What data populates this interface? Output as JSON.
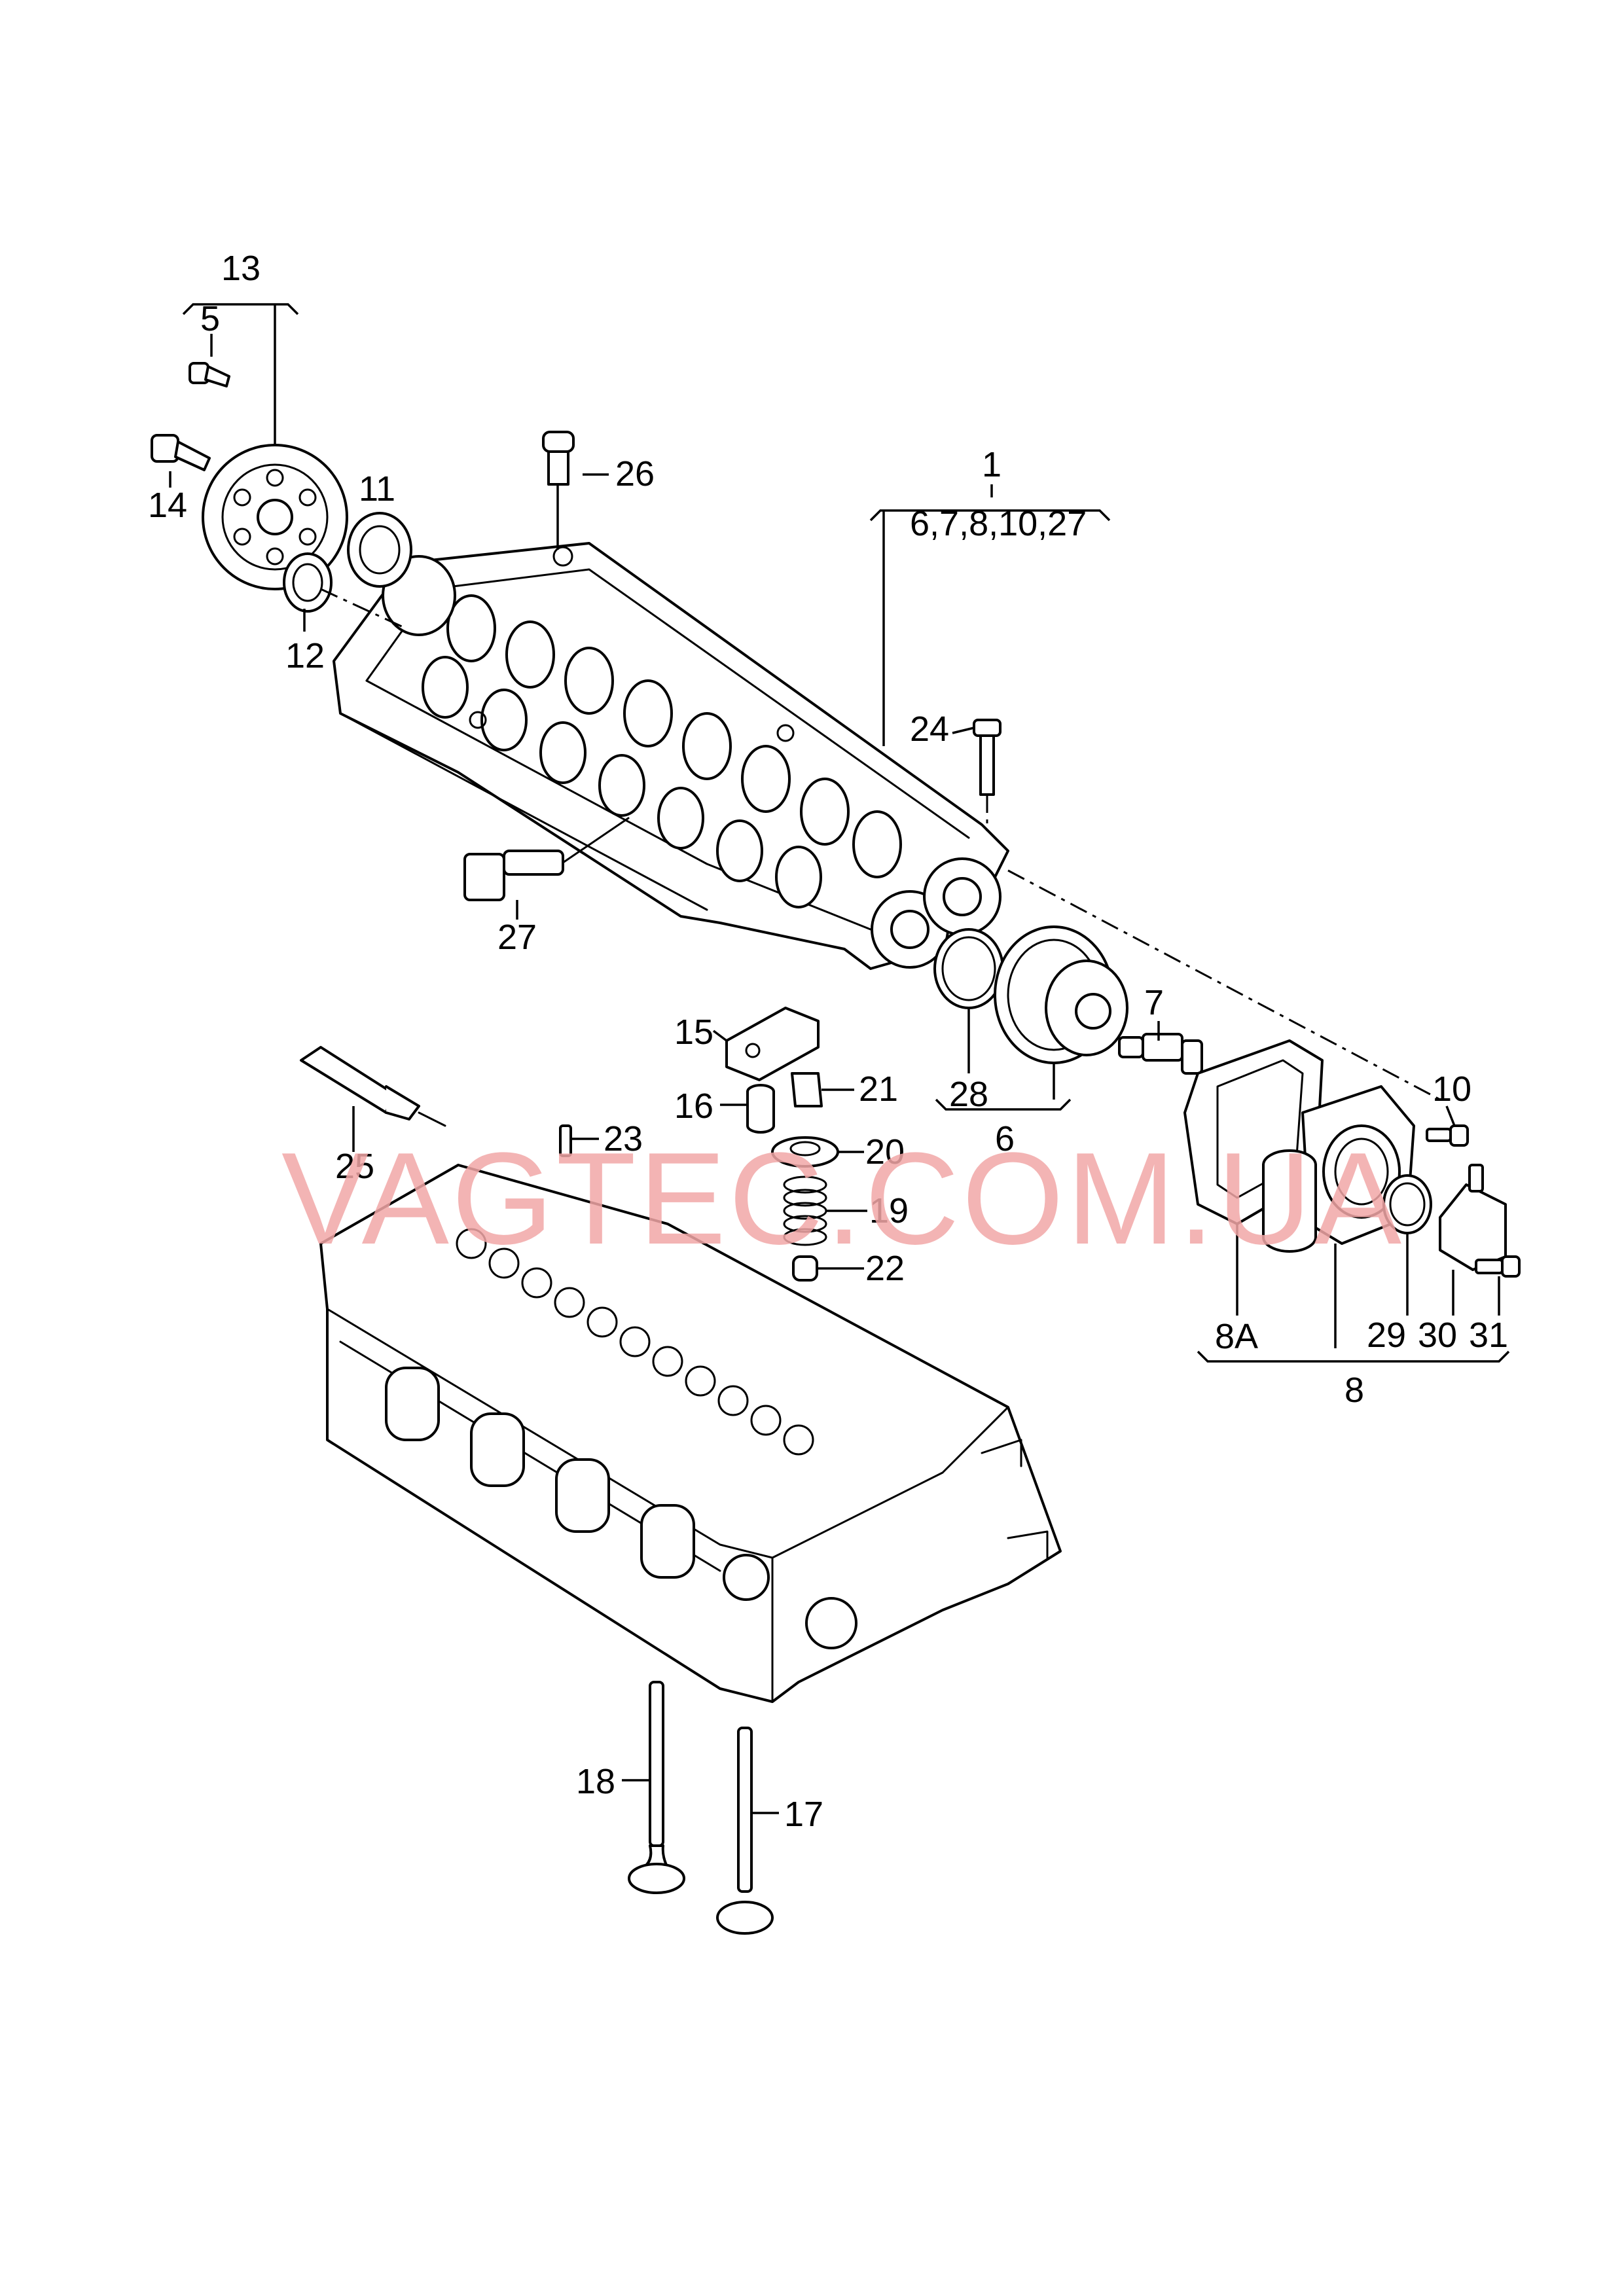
{
  "watermark": "VAGTEC.COM.UA",
  "callouts": {
    "c1": "1",
    "c1_sub": "6,7,8,10,27",
    "c5": "5",
    "c6": "6",
    "c7": "7",
    "c8": "8",
    "c8a": "8A",
    "c10": "10",
    "c11": "11",
    "c12": "12",
    "c13": "13",
    "c14": "14",
    "c15": "15",
    "c16": "16",
    "c17": "17",
    "c18": "18",
    "c19": "19",
    "c20": "20",
    "c21": "21",
    "c22": "22",
    "c23": "23",
    "c24": "24",
    "c25": "25",
    "c26": "26",
    "c27": "27",
    "c28": "28",
    "c29": "29",
    "c30": "30",
    "c31": "31"
  },
  "colors": {
    "line": "#000000",
    "watermark": "#f2a7a7",
    "background": "#ffffff"
  }
}
